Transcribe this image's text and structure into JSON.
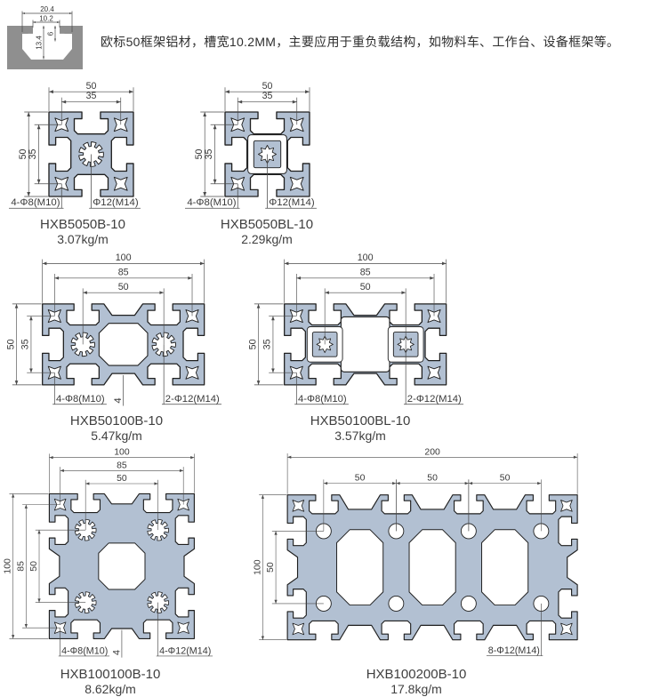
{
  "header": {
    "text": "欧标50框架铝材，槽宽10.2MM，主要应用于重负载结构，如物料车、工作台、设备框架等。"
  },
  "slot_icon": {
    "dims": {
      "overall": "20.4",
      "slot_width": "10.2",
      "depth": "13.4",
      "lip_depth": "6"
    }
  },
  "colors": {
    "profile_fill": "#b2c0d2",
    "outline": "#1f1f1f",
    "dim_line": "#4a4a4a",
    "text": "#3a3a3a",
    "icon_gray": "#8f8f8f"
  },
  "profiles": [
    {
      "name": "HXB5050B-10",
      "weight": "3.07kg/m",
      "type": "5050B",
      "dims_top": [
        "50",
        "35"
      ],
      "dims_left": [
        "50",
        "35"
      ],
      "callouts": [
        "4-Φ8(M10)",
        "Φ12(M14)"
      ]
    },
    {
      "name": "HXB5050BL-10",
      "weight": "2.29kg/m",
      "type": "5050BL",
      "dims_top": [
        "50",
        "35"
      ],
      "dims_left": [
        "50",
        "35"
      ],
      "callouts": [
        "4-Φ8(M10)",
        "Φ12(M14)"
      ]
    },
    {
      "name": "HXB50100B-10",
      "weight": "5.47kg/m",
      "type": "50100B",
      "dims_top": [
        "100",
        "85",
        "50"
      ],
      "dims_left": [
        "50",
        "35"
      ],
      "callouts": [
        "4-Φ8(M10)",
        "4",
        "2-Φ12(M14)"
      ]
    },
    {
      "name": "HXB50100BL-10",
      "weight": "3.57kg/m",
      "type": "50100BL",
      "dims_top": [
        "100",
        "85",
        "50"
      ],
      "dims_left": [
        "50",
        "35"
      ],
      "callouts": [
        "4-Φ8(M10)",
        "2-Φ12(M14)"
      ]
    },
    {
      "name": "HXB100100B-10",
      "weight": "8.62kg/m",
      "type": "100100B",
      "dims_top": [
        "100",
        "85",
        "50"
      ],
      "dims_left": [
        "100",
        "85",
        "50"
      ],
      "callouts": [
        "4-Φ8(M10)",
        "4",
        "4-Φ12(M14)"
      ]
    },
    {
      "name": "HXB100200B-10",
      "weight": "17.8kg/m",
      "type": "100200B",
      "dims_top": [
        "200",
        "50",
        "50",
        "50"
      ],
      "dims_left": [
        "100",
        "50"
      ],
      "callouts": [
        "8-Φ12(M14)"
      ]
    }
  ]
}
